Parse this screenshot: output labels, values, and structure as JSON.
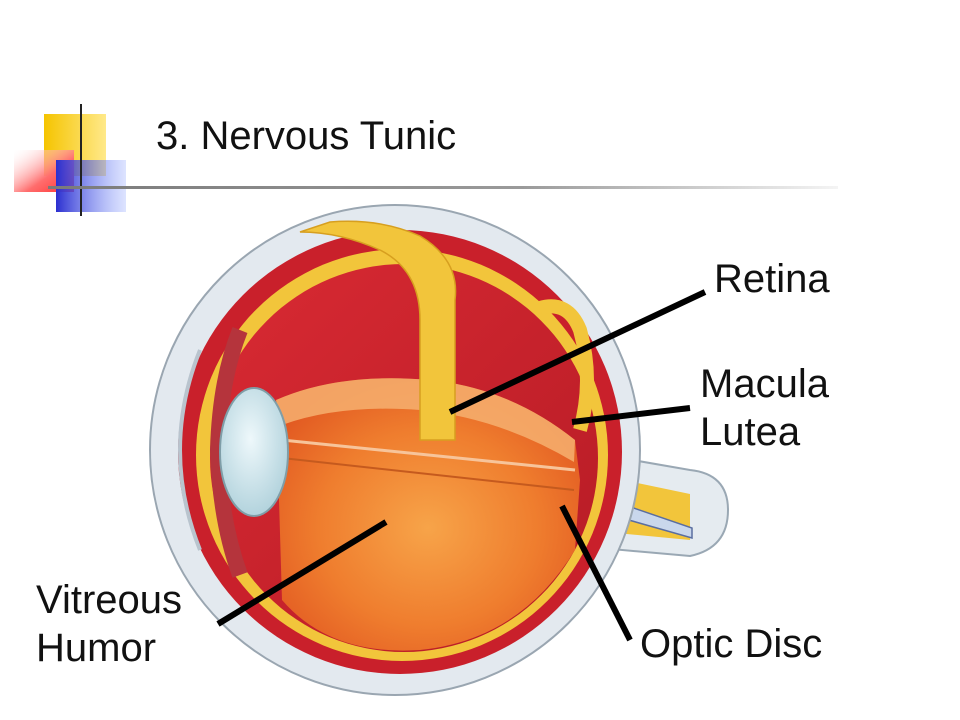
{
  "slide": {
    "title": "3. Nervous Tunic",
    "labels": {
      "retina": "Retina",
      "macula_line1": "Macula",
      "macula_line2": "Lutea",
      "vitreous_line1": "Vitreous",
      "vitreous_line2": "Humor",
      "optic_disc": "Optic Disc"
    },
    "colors": {
      "deco_yellow": "#f5c400",
      "deco_blue": "#3a3fd6",
      "deco_red": "#ff5a5a",
      "sclera": "#dfe6ee",
      "choroid": "#c8202a",
      "retina": "#f2c53b",
      "vitreous": "#ee7a2a",
      "lens": "#cfe4ea"
    }
  }
}
